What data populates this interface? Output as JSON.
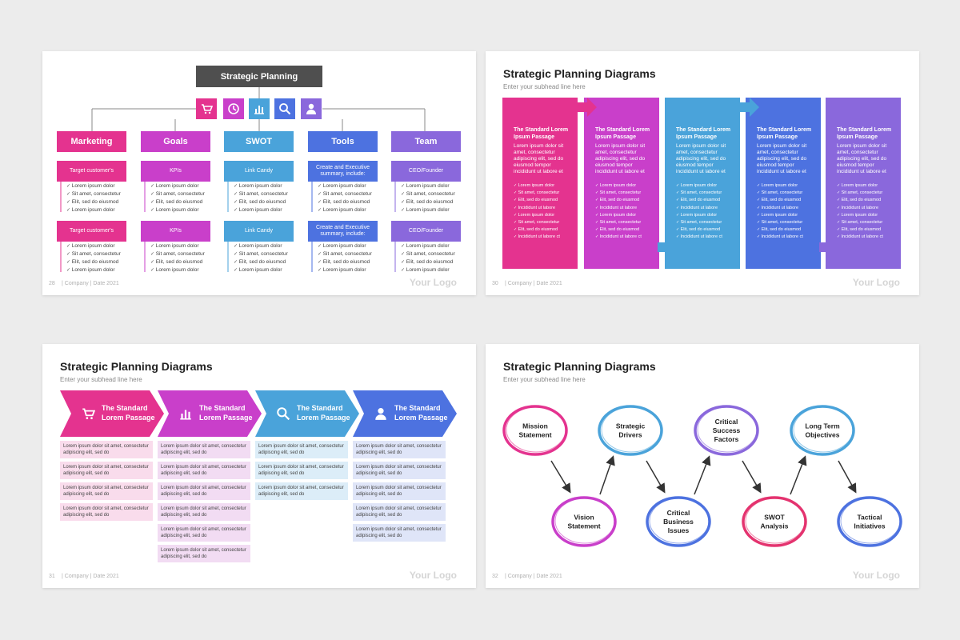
{
  "slides": [
    {
      "footer_num": "28",
      "footer_company": "| Company  | Date 2021",
      "logo": "Your Logo",
      "tree_title": "Strategic Planning",
      "icons": [
        "cart-icon",
        "clock-icon",
        "bar-chart-icon",
        "search-icon",
        "user-icon"
      ],
      "categories": [
        {
          "label": "Marketing",
          "color": "#e4338f",
          "sub1": "Target customer's",
          "sub2": "Target customer's"
        },
        {
          "label": "Goals",
          "color": "#c93fca",
          "sub1": "KPIs",
          "sub2": "KPIs"
        },
        {
          "label": "SWOT",
          "color": "#4aa3da",
          "sub1": "Link Candy",
          "sub2": "Link Candy"
        },
        {
          "label": "Tools",
          "color": "#4d72e0",
          "sub1": "Create and Executive summary, include:",
          "sub2": "Create and Executive summary, include:"
        },
        {
          "label": "Team",
          "color": "#8a68dc",
          "sub1": "CEO/Founder",
          "sub2": "CEO/Founder"
        }
      ],
      "list_items": [
        "Lorem ipsum dolor",
        "Sit amet, consectetur",
        "Elit, sed do eiusmod",
        "Lorem ipsum dolor"
      ]
    },
    {
      "footer_num": "30",
      "footer_company": "| Company  | Date 2021",
      "logo": "Your Logo",
      "title": "Strategic Planning Diagrams",
      "subtitle": "Enter your subhead line here",
      "columns": [
        {
          "color": "#e4338f"
        },
        {
          "color": "#c93fca"
        },
        {
          "color": "#4aa3da"
        },
        {
          "color": "#4d72e0"
        },
        {
          "color": "#8a68dc"
        }
      ],
      "col_title": "The Standard Lorem Ipsum Passage",
      "col_text": "Lorem ipsum dolor sit amet, consectetur adipiscing elit, sed do eiusmod tempor incididunt ut labore et",
      "col_items": [
        "Lorem ipsum dolor",
        "Sit amet, consectetur",
        "Elit, sed do eiusmod",
        "Incididunt ut labore",
        "Lorem ipsum dolor",
        "Sit amet, consectetur",
        "Elit, sed do eiusmod",
        "Incididunt ut labore ct"
      ]
    },
    {
      "footer_num": "31",
      "footer_company": "| Company  | Date 2021",
      "logo": "Your Logo",
      "title": "Strategic Planning Diagrams",
      "subtitle": "Enter your subhead line here",
      "chevrons": [
        {
          "label1": "The Standard",
          "label2": "Lorem Passage",
          "icon": "cart-icon",
          "color": "#e4338f",
          "bg": "#f9dcec",
          "rows": 4
        },
        {
          "label1": "The Standard",
          "label2": "Lorem Passage",
          "icon": "bar-chart-icon",
          "color": "#c93fca",
          "bg": "#f2dcf3",
          "rows": 6
        },
        {
          "label1": "The Standard",
          "label2": "Lorem Passage",
          "icon": "search-icon",
          "color": "#4aa3da",
          "bg": "#dcedf8",
          "rows": 3
        },
        {
          "label1": "The Standard",
          "label2": "Lorem Passage",
          "icon": "user-icon",
          "color": "#4d72e0",
          "bg": "#dfe5f8",
          "rows": 5
        }
      ],
      "cell_text1": "Lorem ipsum dolor sit amet, consectetur",
      "cell_text2": "adipiscing elit, sed do"
    },
    {
      "footer_num": "32",
      "footer_company": "| Company  | Date 2021",
      "logo": "Your Logo",
      "title": "Strategic Planning Diagrams",
      "subtitle": "Enter your subhead line here",
      "nodes": [
        {
          "lines": [
            "Mission",
            "Statement"
          ],
          "color": "#e4338f"
        },
        {
          "lines": [
            "Vision",
            "Statement"
          ],
          "color": "#c93fca"
        },
        {
          "lines": [
            "Strategic",
            "Drivers"
          ],
          "color": "#4aa3da"
        },
        {
          "lines": [
            "Critical",
            "Business",
            "Issues"
          ],
          "color": "#4d72e0"
        },
        {
          "lines": [
            "Critical",
            "Success",
            "Factors"
          ],
          "color": "#8a68dc"
        },
        {
          "lines": [
            "SWOT",
            "Analysis"
          ],
          "color": "#e4336f"
        },
        {
          "lines": [
            "Long Term",
            "Objectives"
          ],
          "color": "#4aa3da"
        },
        {
          "lines": [
            "Tactical",
            "Initiatives"
          ],
          "color": "#4d72e0"
        }
      ]
    }
  ]
}
